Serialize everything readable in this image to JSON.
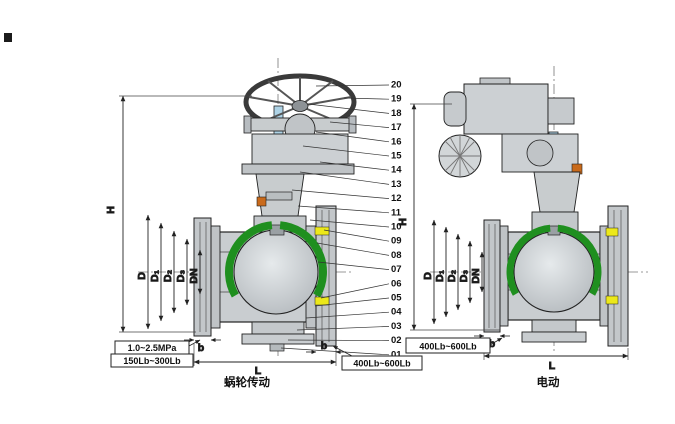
{
  "meta": {
    "drawing_type": "ball-valve sectional assembly diagram, worm-gear drive and electric drive variants"
  },
  "colors": {
    "body_gray": "#c9cdd0",
    "flange_gray": "#c3c7ca",
    "seat_green": "#1f8f1f",
    "highlight_yellow": "#ece81a",
    "packing_orange": "#c96a1b",
    "stem_blue": "#aed3e6",
    "line_black": "#222222"
  },
  "parts_list": {
    "numbers": [
      "20",
      "19",
      "18",
      "17",
      "16",
      "15",
      "14",
      "13",
      "12",
      "11",
      "10",
      "09",
      "08",
      "07",
      "06",
      "05",
      "04",
      "03",
      "02",
      "01"
    ]
  },
  "left_valve": {
    "drive_label": "蜗轮传动",
    "pressure_line1": "1.0~2.5MPa",
    "pressure_line2": "150Lb~300Lb",
    "class_label": "400Lb~600Lb",
    "dims": {
      "H": "H",
      "D": "D",
      "D1": "D₁",
      "D2": "D₂",
      "D3": "D₃",
      "DN": "DN",
      "L": "L",
      "b": "b"
    }
  },
  "right_valve": {
    "drive_label": "电动",
    "class_label": "400Lb~600Lb",
    "dims": {
      "H": "H",
      "D": "D",
      "D1": "D₁",
      "D2": "D₂",
      "D3": "D₃",
      "DN": "DN",
      "L": "L",
      "b": "b"
    }
  }
}
